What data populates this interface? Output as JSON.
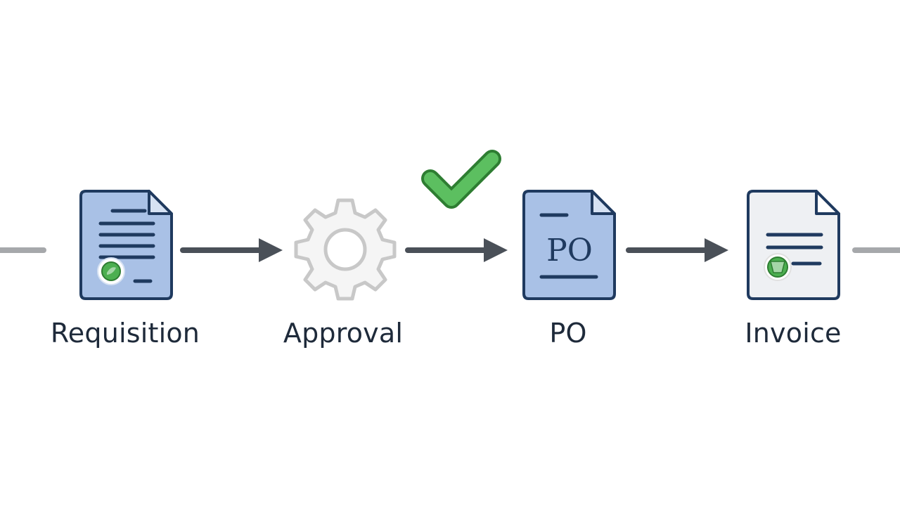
{
  "stages": [
    {
      "id": "requisition",
      "label": "Requisition",
      "icon": "document-icon"
    },
    {
      "id": "approval",
      "label": "Approval",
      "icon": "gear-icon"
    },
    {
      "id": "po",
      "label": "PO",
      "icon": "po-document-icon",
      "icon_text": "PO"
    },
    {
      "id": "invoice",
      "label": "Invoice",
      "icon": "invoice-document-icon"
    }
  ],
  "approval_indicator": {
    "icon": "checkmark-icon"
  },
  "colors": {
    "doc_blue_fill": "#a9c1e6",
    "doc_blue_stroke": "#1f3a5f",
    "doc_grey_fill": "#eef0f3",
    "gear_fill": "#f5f5f5",
    "gear_stroke": "#c8c8c8",
    "arrow": "#4a5058",
    "connector_grey": "#a6a8ab",
    "check_green": "#4caf50",
    "check_stroke": "#2e7d32",
    "label_text": "#1e2a3a"
  }
}
